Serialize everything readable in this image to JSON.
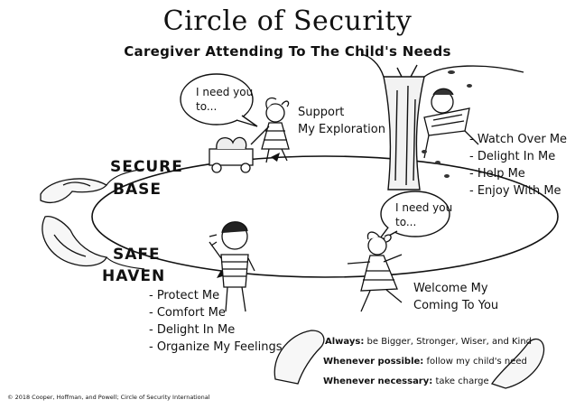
{
  "title": "Circle of Security",
  "subtitle": "Caregiver Attending To The Child's Needs",
  "top_bubble": {
    "text_line1": "I need you",
    "text_line2": "to..."
  },
  "support_label": {
    "line1": "Support",
    "line2": "My Exploration"
  },
  "right_list": [
    "- Watch Over Me",
    "- Delight In Me",
    "- Help Me",
    "- Enjoy With Me"
  ],
  "secure_base": {
    "line1": "SECURE",
    "line2": "BASE"
  },
  "safe_haven": {
    "line1": "SAFE",
    "line2": "HAVEN"
  },
  "bottom_bubble": {
    "text_line1": "I need you",
    "text_line2": "to..."
  },
  "welcome_label": {
    "line1": "Welcome My",
    "line2": "Coming To You"
  },
  "left_list": [
    "- Protect Me",
    "- Comfort Me",
    "- Delight In Me",
    "- Organize My Feelings"
  ],
  "rules": [
    {
      "prefix": "Always:",
      "text": "be Bigger, Stronger, Wiser, and Kind"
    },
    {
      "prefix": "Whenever possible:",
      "text": "follow my child's need"
    },
    {
      "prefix": "Whenever necessary:",
      "text": "take charge"
    }
  ],
  "footer": "© 2018 Cooper, Hoffman, and Powell; Circle of Security International"
}
